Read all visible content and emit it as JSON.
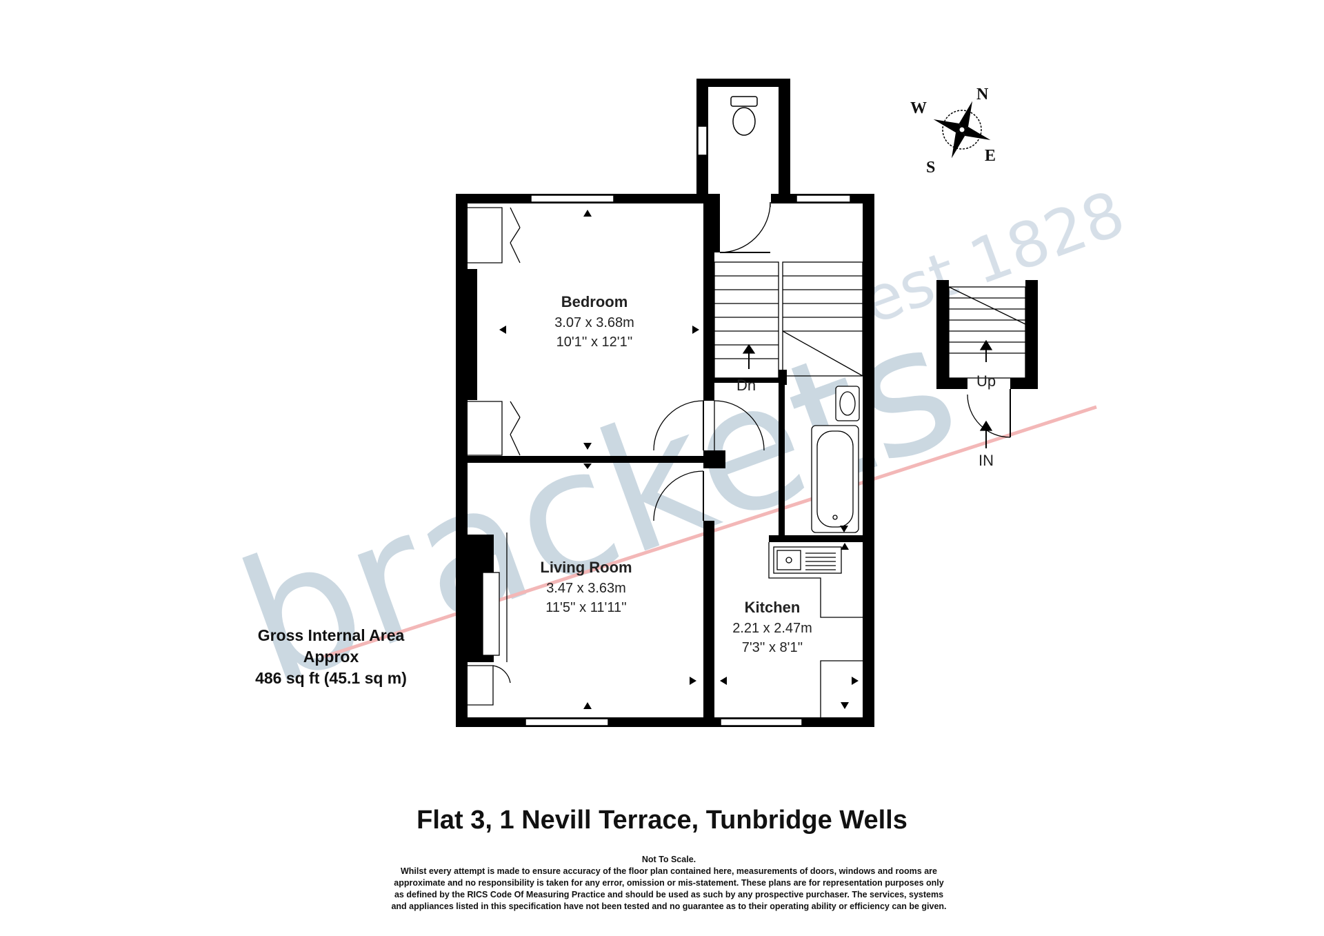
{
  "watermark": {
    "brand": "brackets",
    "tagline": "est 1828"
  },
  "compass": {
    "n": "N",
    "e": "E",
    "s": "S",
    "w": "W"
  },
  "rooms": {
    "bedroom": {
      "name": "Bedroom",
      "metric": "3.07 x 3.68m",
      "imperial": "10'1'' x 12'1''"
    },
    "living_room": {
      "name": "Living Room",
      "metric": "3.47 x 3.63m",
      "imperial": "11'5'' x 11'11''"
    },
    "kitchen": {
      "name": "Kitchen",
      "metric": "2.21 x 2.47m",
      "imperial": "7'3'' x 8'1''"
    }
  },
  "stairs": {
    "down": "Dn",
    "up": "Up",
    "entrance": "IN"
  },
  "gross_internal_area": {
    "line1": "Gross Internal Area",
    "line2": "Approx",
    "line3": "486 sq ft (45.1 sq m)"
  },
  "title": "Flat 3, 1 Nevill Terrace, Tunbridge Wells",
  "disclaimer": {
    "heading": "Not To Scale.",
    "lines": [
      "Whilst every attempt is made to ensure accuracy of the floor plan contained here, measurements of doors, windows and rooms are",
      "approximate and no responsibility is taken for any error, omission or mis-statement. These plans are for representation purposes only",
      "as defined by the RICS Code Of Measuring Practice and should be used as such by any prospective purchaser. The services, systems",
      "and appliances listed in this specification have not been tested and no guarantee as to their operating ability or efficiency can be given."
    ]
  },
  "colors": {
    "wall": "#000000",
    "watermark_blue": "#c9d6e0",
    "watermark_line": "#f3b4b4"
  }
}
